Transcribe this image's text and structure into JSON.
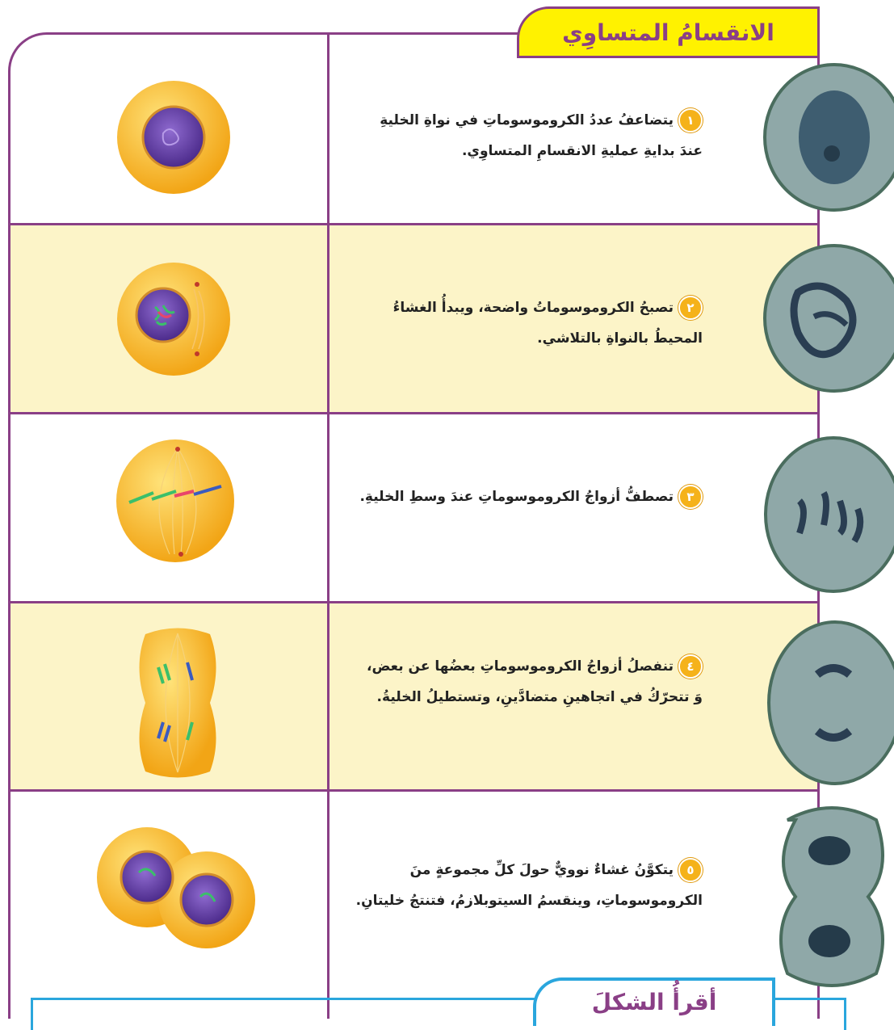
{
  "title": "الانقسامُ المتساوِي",
  "steps": [
    {
      "number": "١",
      "text": "يتضاعفُ عددُ الكروموسوماتِ في نواةِ الخليةِ عندَ بدايةِ عمليةِ الانقسامِ المتساوِي."
    },
    {
      "number": "٢",
      "text": "تصبحُ الكروموسوماتُ واضحة، ويبدأُ الغشاءُ المحيطُ بالنواةِ بالتلاشي."
    },
    {
      "number": "٣",
      "text": "تصطفُّ أزواجُ الكروموسوماتِ عندَ وسطِ الخليةِ."
    },
    {
      "number": "٤",
      "text": "تنفصلُ أزواجُ الكروموسوماتِ بعضُها عن بعض، وَ تتحرّكُ في اتجاهينِ متضادَّينِ، وتستطيلُ الخليةُ."
    },
    {
      "number": "٥",
      "text": "يتكوَّنُ غشاءٌ نوويٌّ حولَ كلِّ مجموعةٍ منَ الكروموسوماتِ، وينقسمُ السيتوبلازمُ، فتنتجُ خليتانِ."
    }
  ],
  "footer_tab": "أقرأُ الشكلَ",
  "colors": {
    "border": "#8a3f86",
    "title_bg": "#fff200",
    "shaded_row": "#fcf4c8",
    "number_badge": "#f5b21a",
    "footer_border": "#2aa6dd"
  }
}
